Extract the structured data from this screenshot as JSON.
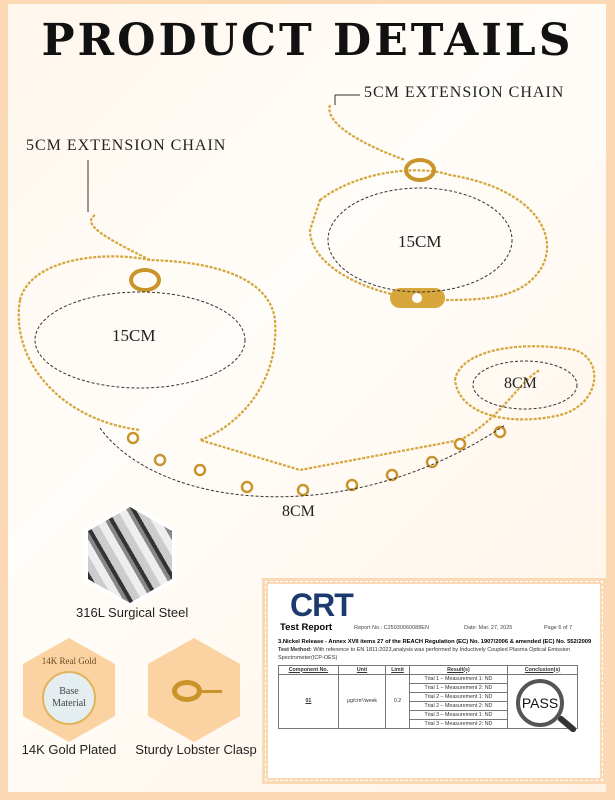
{
  "title": "PRODUCT DETAILS",
  "bracelet_labels": {
    "ext_left": "5CM EXTENSION CHAIN",
    "ext_right": "5CM EXTENSION CHAIN",
    "left_circ": "15CM",
    "right_circ": "15CM",
    "ring": "8CM",
    "arc": "8CM"
  },
  "features": [
    {
      "label": "316L Surgical Steel"
    },
    {
      "label": "14K Gold Plated",
      "top": "14K Real Gold",
      "center": "Base Material"
    },
    {
      "label": "Sturdy Lobster Clasp"
    }
  ],
  "report": {
    "logo": "CRT",
    "title": "Test Report",
    "report_no": "Report No.: C25030060088EN",
    "date": "Date: Mar. 27, 2025",
    "page": "Page 6 of 7",
    "section": "3.Nickel Release - Annex XVII items 27 of the REACH Regulation (EC) No. 1907/2006 & amended (EC) No. 552/2009",
    "method_label": "Test Method:",
    "method": "With reference to EN 1811:2023,analysis was performed by Inductively Coupled Plasma Optical Emission Spectrometer(ICP-OES)",
    "headers": [
      "Component No.",
      "Unit",
      "Limit",
      "Result(s)",
      "Conclusion(s)"
    ],
    "component": "01",
    "unit": "μg/cm²/week",
    "limit": "0.2",
    "results": [
      "Trial 1 – Measurement 1: ND",
      "Trial 1 – Measurement 2: ND",
      "Trial 2 – Measurement 1: ND",
      "Trial 2 – Measurement 2: ND",
      "Trial 3 – Measurement 1: ND",
      "Trial 3 – Measurement 2: ND"
    ],
    "conclusion": "PASS"
  }
}
